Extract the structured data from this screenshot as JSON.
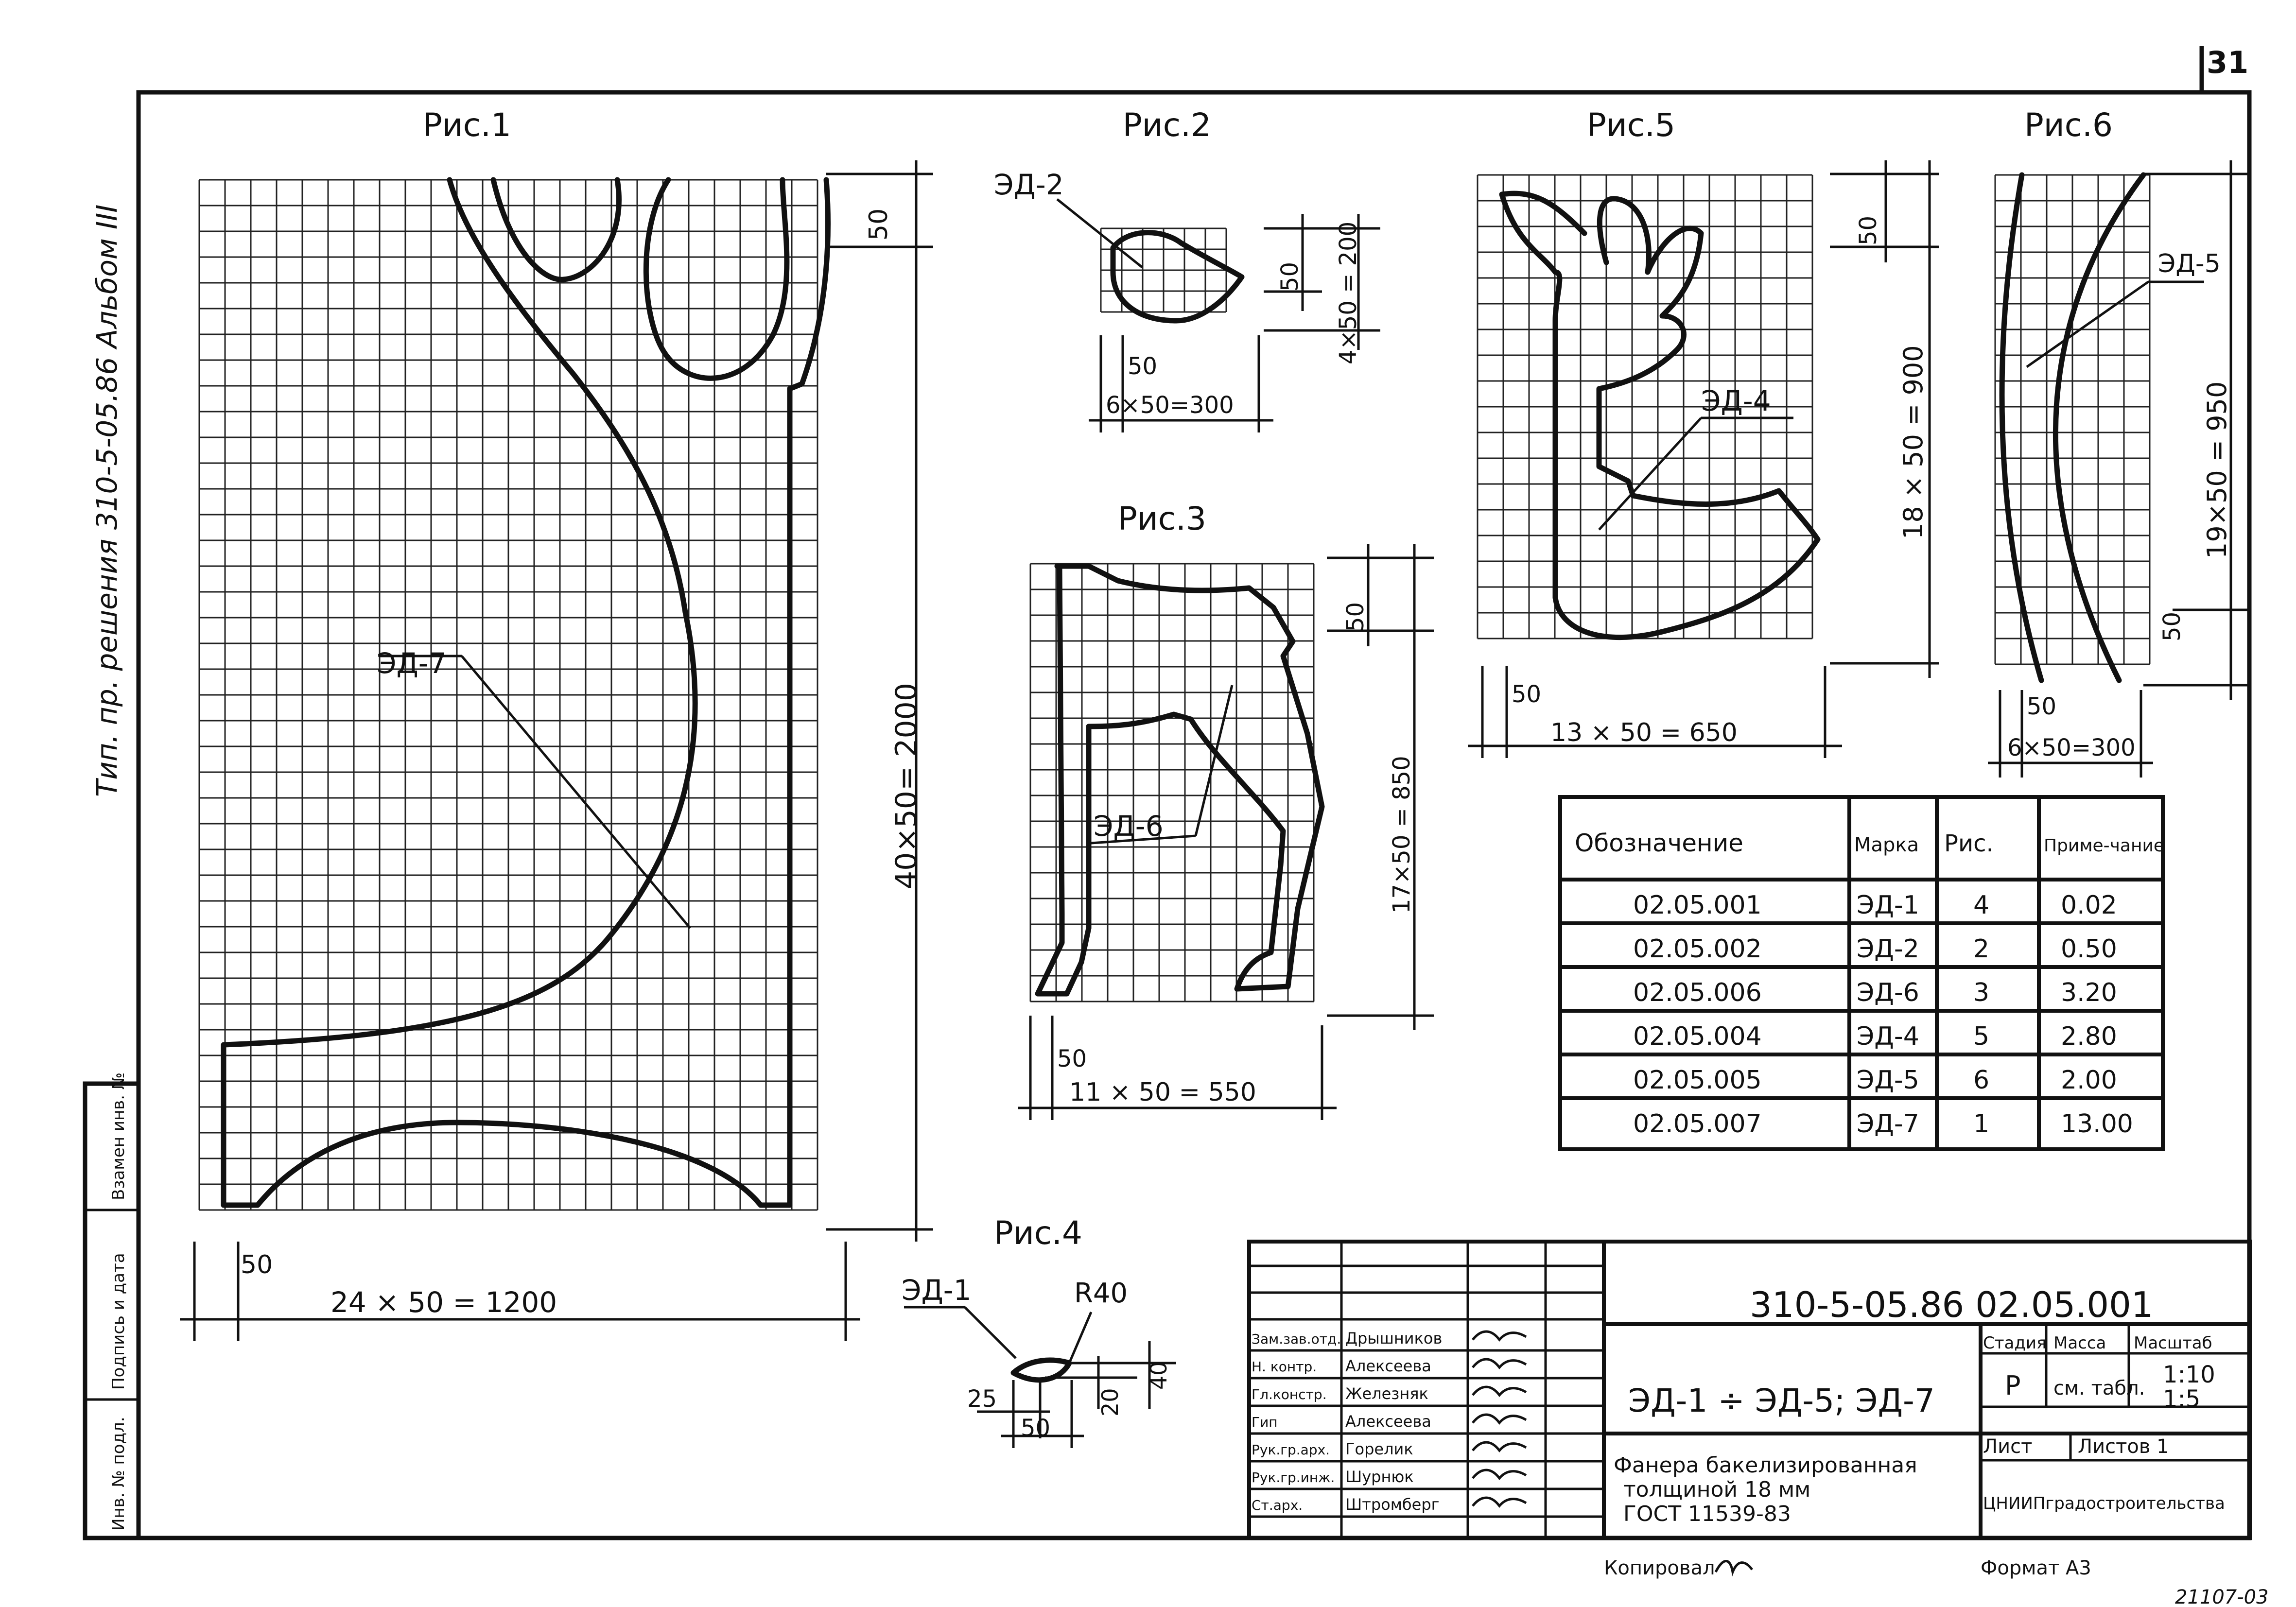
{
  "sheet_number": "31",
  "side_title": "Тип. пр. решения 310-5-05.86 Альбом III",
  "side_stamp": [
    "Инв. № подл.",
    "Подпись и дата",
    "Взамен инв. №"
  ],
  "figures": {
    "fig1": {
      "title": "Рис.1",
      "parts": [
        "ЭД-7"
      ],
      "dims": [
        "50",
        "40×50= 2000",
        "50",
        "24 × 50 = 1200"
      ]
    },
    "fig2": {
      "title": "Рис.2",
      "parts": [
        "ЭД-2"
      ],
      "dims": [
        "50",
        "4×50 = 200",
        "50",
        "6×50=300"
      ]
    },
    "fig3": {
      "title": "Рис.3",
      "parts": [
        "ЭД-6"
      ],
      "dims": [
        "50",
        "17×50 = 850",
        "50",
        "11 × 50 = 550"
      ]
    },
    "fig4": {
      "title": "Рис.4",
      "parts": [
        "ЭД-1"
      ],
      "dims": [
        "R40",
        "25",
        "20",
        "40",
        "50"
      ]
    },
    "fig5": {
      "title": "Рис.5",
      "parts": [
        "ЭД-4"
      ],
      "dims": [
        "50",
        "18 × 50 = 900",
        "50",
        "13 × 50 = 650"
      ]
    },
    "fig6": {
      "title": "Рис.6",
      "parts": [
        "ЭД-5"
      ],
      "dims": [
        "19×50 = 950",
        "50",
        "50",
        "6×50=300"
      ]
    }
  },
  "spec_table": {
    "headers": [
      "Обозначение",
      "Марка",
      "Рис.",
      "Приме-чание"
    ],
    "rows": [
      [
        "02.05.001",
        "ЭД-1",
        "4",
        "0.02"
      ],
      [
        "02.05.002",
        "ЭД-2",
        "2",
        "0.50"
      ],
      [
        "02.05.006",
        "ЭД-6",
        "3",
        "3.20"
      ],
      [
        "02.05.004",
        "ЭД-4",
        "5",
        "2.80"
      ],
      [
        "02.05.005",
        "ЭД-5",
        "6",
        "2.00"
      ],
      [
        "02.05.007",
        "ЭД-7",
        "1",
        "13.00"
      ]
    ]
  },
  "title_block": {
    "code": "310-5-05.86 02.05.001",
    "name": "ЭД-1 ÷ ЭД-5; ЭД-7",
    "material": [
      "Фанера бакелизированная",
      "толщиной 18 мм",
      "ГОСТ 11539-83"
    ],
    "staff": [
      [
        "Зам.зав.отд.",
        "Дрышников"
      ],
      [
        "Н. контр.",
        "Алексеева"
      ],
      [
        "Гл.констр.",
        "Железняк"
      ],
      [
        "Гип",
        "Алексеева"
      ],
      [
        "Рук.гр.арх.",
        "Горелик"
      ],
      [
        "Рук.гр.инж.",
        "Шурнюк"
      ],
      [
        "Ст.арх.",
        "Штромберг"
      ]
    ],
    "stage_label": "Стадия",
    "mass_label": "Масса",
    "scale_label": "Масштаб",
    "stage": "Р",
    "mass": "см. табл.",
    "scale": [
      "1:10",
      "1:5"
    ],
    "sheet_label": "Лист",
    "sheets_label": "Листов 1",
    "org": "ЦНИИПградостроительства"
  },
  "footer": {
    "copied": "Копировал",
    "format": "Формат А3",
    "stamp_no": "21107-03"
  }
}
